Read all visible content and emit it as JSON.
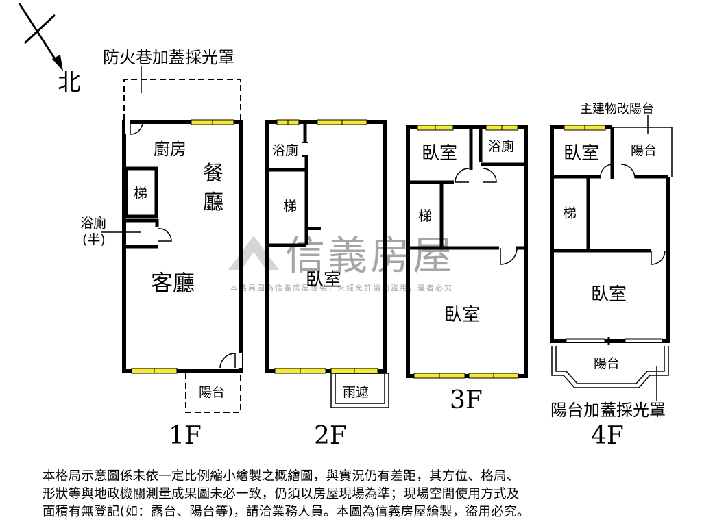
{
  "compass": {
    "north": "北"
  },
  "annotations": {
    "fire_lane": "防火巷加蓋採光罩",
    "main_to_balcony": "主建物改陽台",
    "balcony_skylight": "陽台加蓋採光罩"
  },
  "floors": {
    "f1": {
      "label": "1F",
      "rooms": {
        "kitchen": "廚房",
        "dining_1": "餐",
        "dining_2": "廳",
        "stairs": "梯",
        "bath_1": "浴廁",
        "bath_2": "(半)",
        "living": "客廳",
        "balcony": "陽台"
      }
    },
    "f2": {
      "label": "2F",
      "rooms": {
        "bath": "浴廁",
        "stairs": "梯",
        "bedroom": "臥室",
        "canopy": "雨遮"
      }
    },
    "f3": {
      "label": "3F",
      "rooms": {
        "bedroom_a": "臥室",
        "bath": "浴廁",
        "stairs": "梯",
        "bedroom_b": "臥室"
      }
    },
    "f4": {
      "label": "4F",
      "rooms": {
        "bedroom_a": "臥室",
        "balcony_a": "陽台",
        "stairs": "梯",
        "bedroom_b": "臥室",
        "balcony_b": "陽台"
      }
    }
  },
  "watermark": {
    "brand": "信義房屋",
    "notice": "本格局圖為信義房屋繪製，未經允許請勿盜用，違者必究"
  },
  "disclaimer": [
    "本格局示意圖係未依一定比例縮小繪製之概繪圖，與實況仍有差距，其方位、格局、",
    "形狀等與地政機關測量成果圖未必一致，仍須以房屋現場為準；現場空間使用方式及",
    "面積有無登記(如：露台、陽台等)，請洽業務人員。本圖為信義房屋繪製，盜用必究。"
  ]
}
